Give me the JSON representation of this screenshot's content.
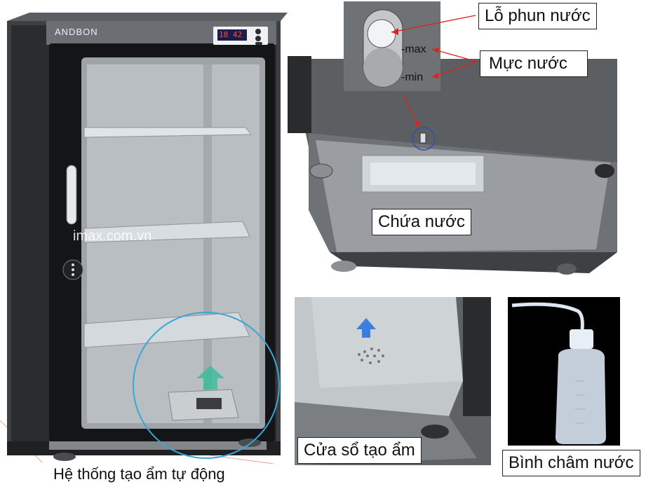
{
  "cabinet": {
    "brand": "ANDBON",
    "display_value": "18 42",
    "watermark": "imax.com.vn",
    "caption": "Hệ thống tạo ẩm tự động"
  },
  "top_right": {
    "nozzle_label": "Lỗ phun nước",
    "level_label": "Mực nước",
    "max_mark": "-max",
    "min_mark": "-min",
    "tank_label": "Chứa nước"
  },
  "bottom_middle": {
    "window_label": "Cửa sổ tạo ẩm"
  },
  "bottom_right": {
    "bottle_label": "Bình châm nước"
  },
  "colors": {
    "arrow_red": "#e02020",
    "circle_blue": "#3aa6d8",
    "up_arrow_blue": "#3a7fe0"
  }
}
